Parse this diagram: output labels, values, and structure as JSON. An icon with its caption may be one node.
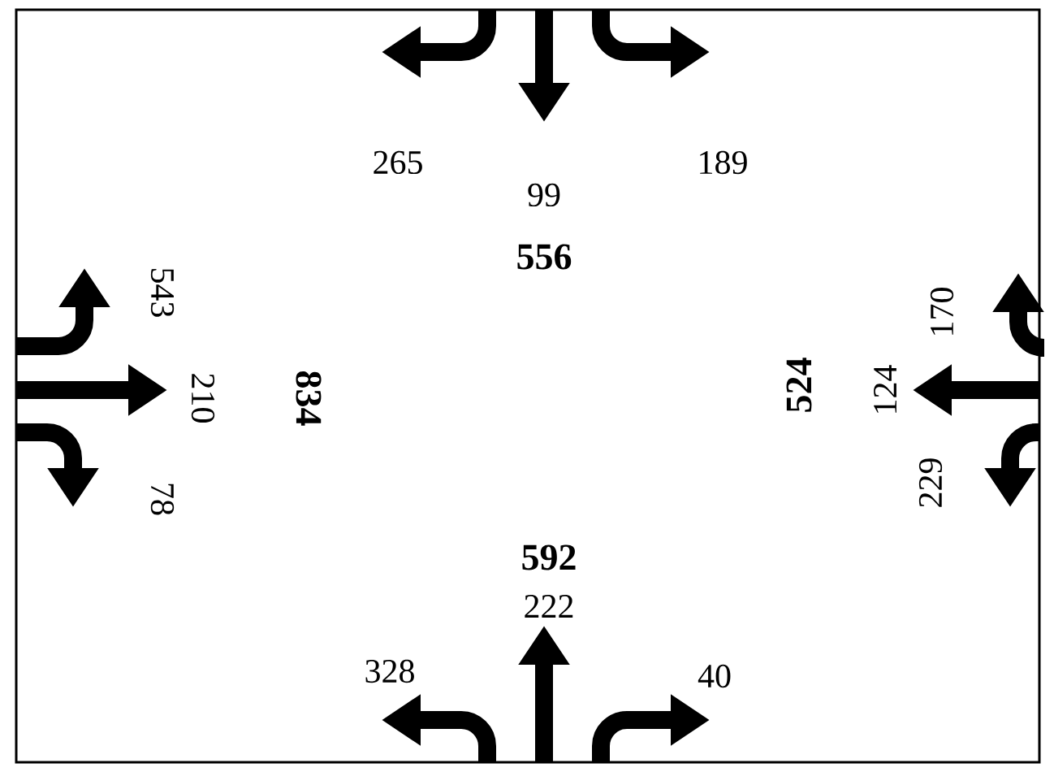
{
  "diagram": {
    "labels": [
      "265",
      "189",
      "99",
      "556",
      "543",
      "170",
      "210",
      "834",
      "524",
      "124",
      "78",
      "229",
      "592",
      "222",
      "328",
      "40"
    ]
  }
}
